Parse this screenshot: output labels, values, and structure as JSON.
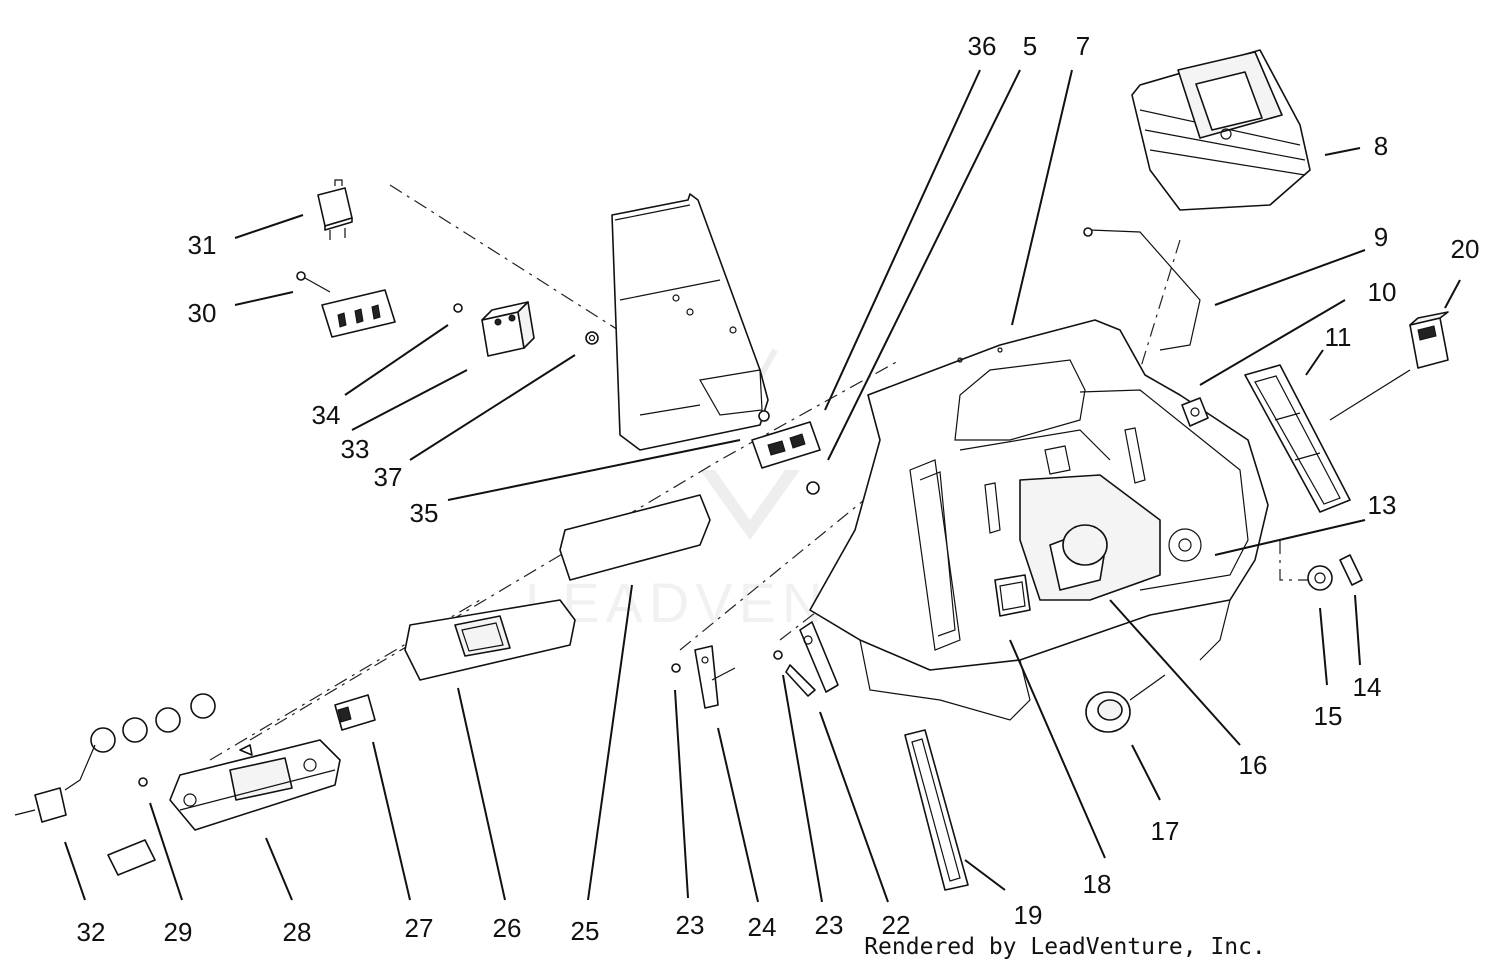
{
  "callouts": [
    {
      "id": "l36",
      "text": "36"
    },
    {
      "id": "l5",
      "text": "5"
    },
    {
      "id": "l7",
      "text": "7"
    },
    {
      "id": "l8",
      "text": "8"
    },
    {
      "id": "l9",
      "text": "9"
    },
    {
      "id": "l10",
      "text": "10"
    },
    {
      "id": "l20",
      "text": "20"
    },
    {
      "id": "l11",
      "text": "11"
    },
    {
      "id": "l13",
      "text": "13"
    },
    {
      "id": "l31",
      "text": "31"
    },
    {
      "id": "l30",
      "text": "30"
    },
    {
      "id": "l34",
      "text": "34"
    },
    {
      "id": "l33",
      "text": "33"
    },
    {
      "id": "l37",
      "text": "37"
    },
    {
      "id": "l35",
      "text": "35"
    },
    {
      "id": "l16",
      "text": "16"
    },
    {
      "id": "l15",
      "text": "15"
    },
    {
      "id": "l14",
      "text": "14"
    },
    {
      "id": "l17",
      "text": "17"
    },
    {
      "id": "l18",
      "text": "18"
    },
    {
      "id": "l19",
      "text": "19"
    },
    {
      "id": "l22",
      "text": "22"
    },
    {
      "id": "l23b",
      "text": "23"
    },
    {
      "id": "l24",
      "text": "24"
    },
    {
      "id": "l23a",
      "text": "23"
    },
    {
      "id": "l25",
      "text": "25"
    },
    {
      "id": "l26",
      "text": "26"
    },
    {
      "id": "l27",
      "text": "27"
    },
    {
      "id": "l28",
      "text": "28"
    },
    {
      "id": "l29",
      "text": "29"
    },
    {
      "id": "l32",
      "text": "32"
    }
  ],
  "credit": "Rendered by LeadVenture, Inc."
}
